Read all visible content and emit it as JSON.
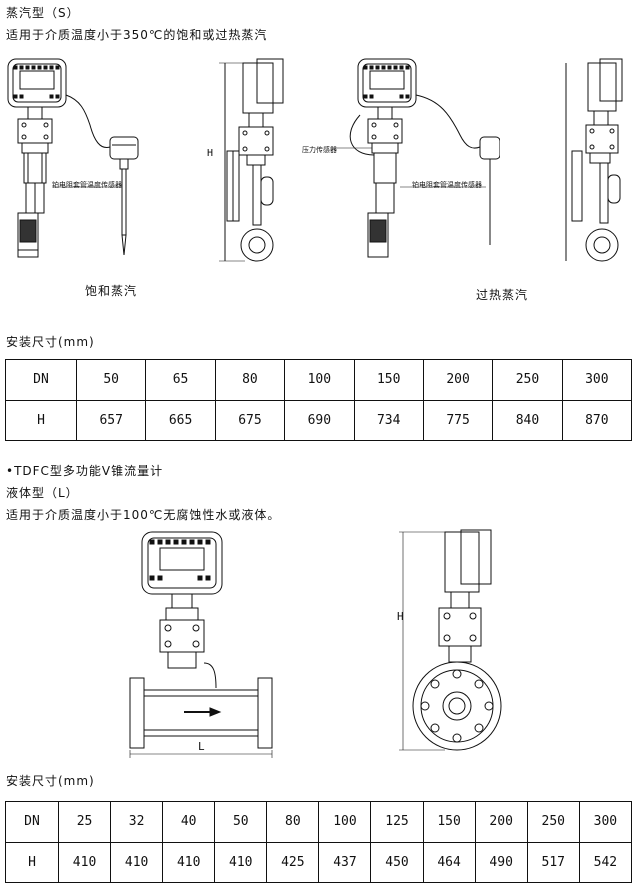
{
  "steam": {
    "type_title": "蒸汽型（S）",
    "description": "适用于介质温度小于350℃的饱和或过热蒸汽",
    "sat_caption": "饱和蒸汽",
    "superheat_caption": "过热蒸汽",
    "pt_label_1": "铂电阻套管温度传感器",
    "pt_label_2": "铂电阻套管温度传感器",
    "pressure_label": "压力传感器",
    "h_label": "H",
    "table_title": "安装尺寸(mm)",
    "table": {
      "row1_head": "DN",
      "row2_head": "H",
      "dn": [
        "50",
        "65",
        "80",
        "100",
        "150",
        "200",
        "250",
        "300"
      ],
      "h": [
        "657",
        "665",
        "675",
        "690",
        "734",
        "775",
        "840",
        "870"
      ]
    }
  },
  "liquid": {
    "product_title": "•TDFC型多功能V锥流量计",
    "type_title": "液体型（L）",
    "description": "适用于介质温度小于100℃无腐蚀性水或液体。",
    "l_label": "L",
    "h_label": "H",
    "table_title": "安装尺寸(mm)",
    "table": {
      "row1_head": "DN",
      "row2_head": "H",
      "dn": [
        "25",
        "32",
        "40",
        "50",
        "80",
        "100",
        "125",
        "150",
        "200",
        "250",
        "300"
      ],
      "h": [
        "410",
        "410",
        "410",
        "410",
        "425",
        "437",
        "450",
        "464",
        "490",
        "517",
        "542"
      ]
    }
  }
}
